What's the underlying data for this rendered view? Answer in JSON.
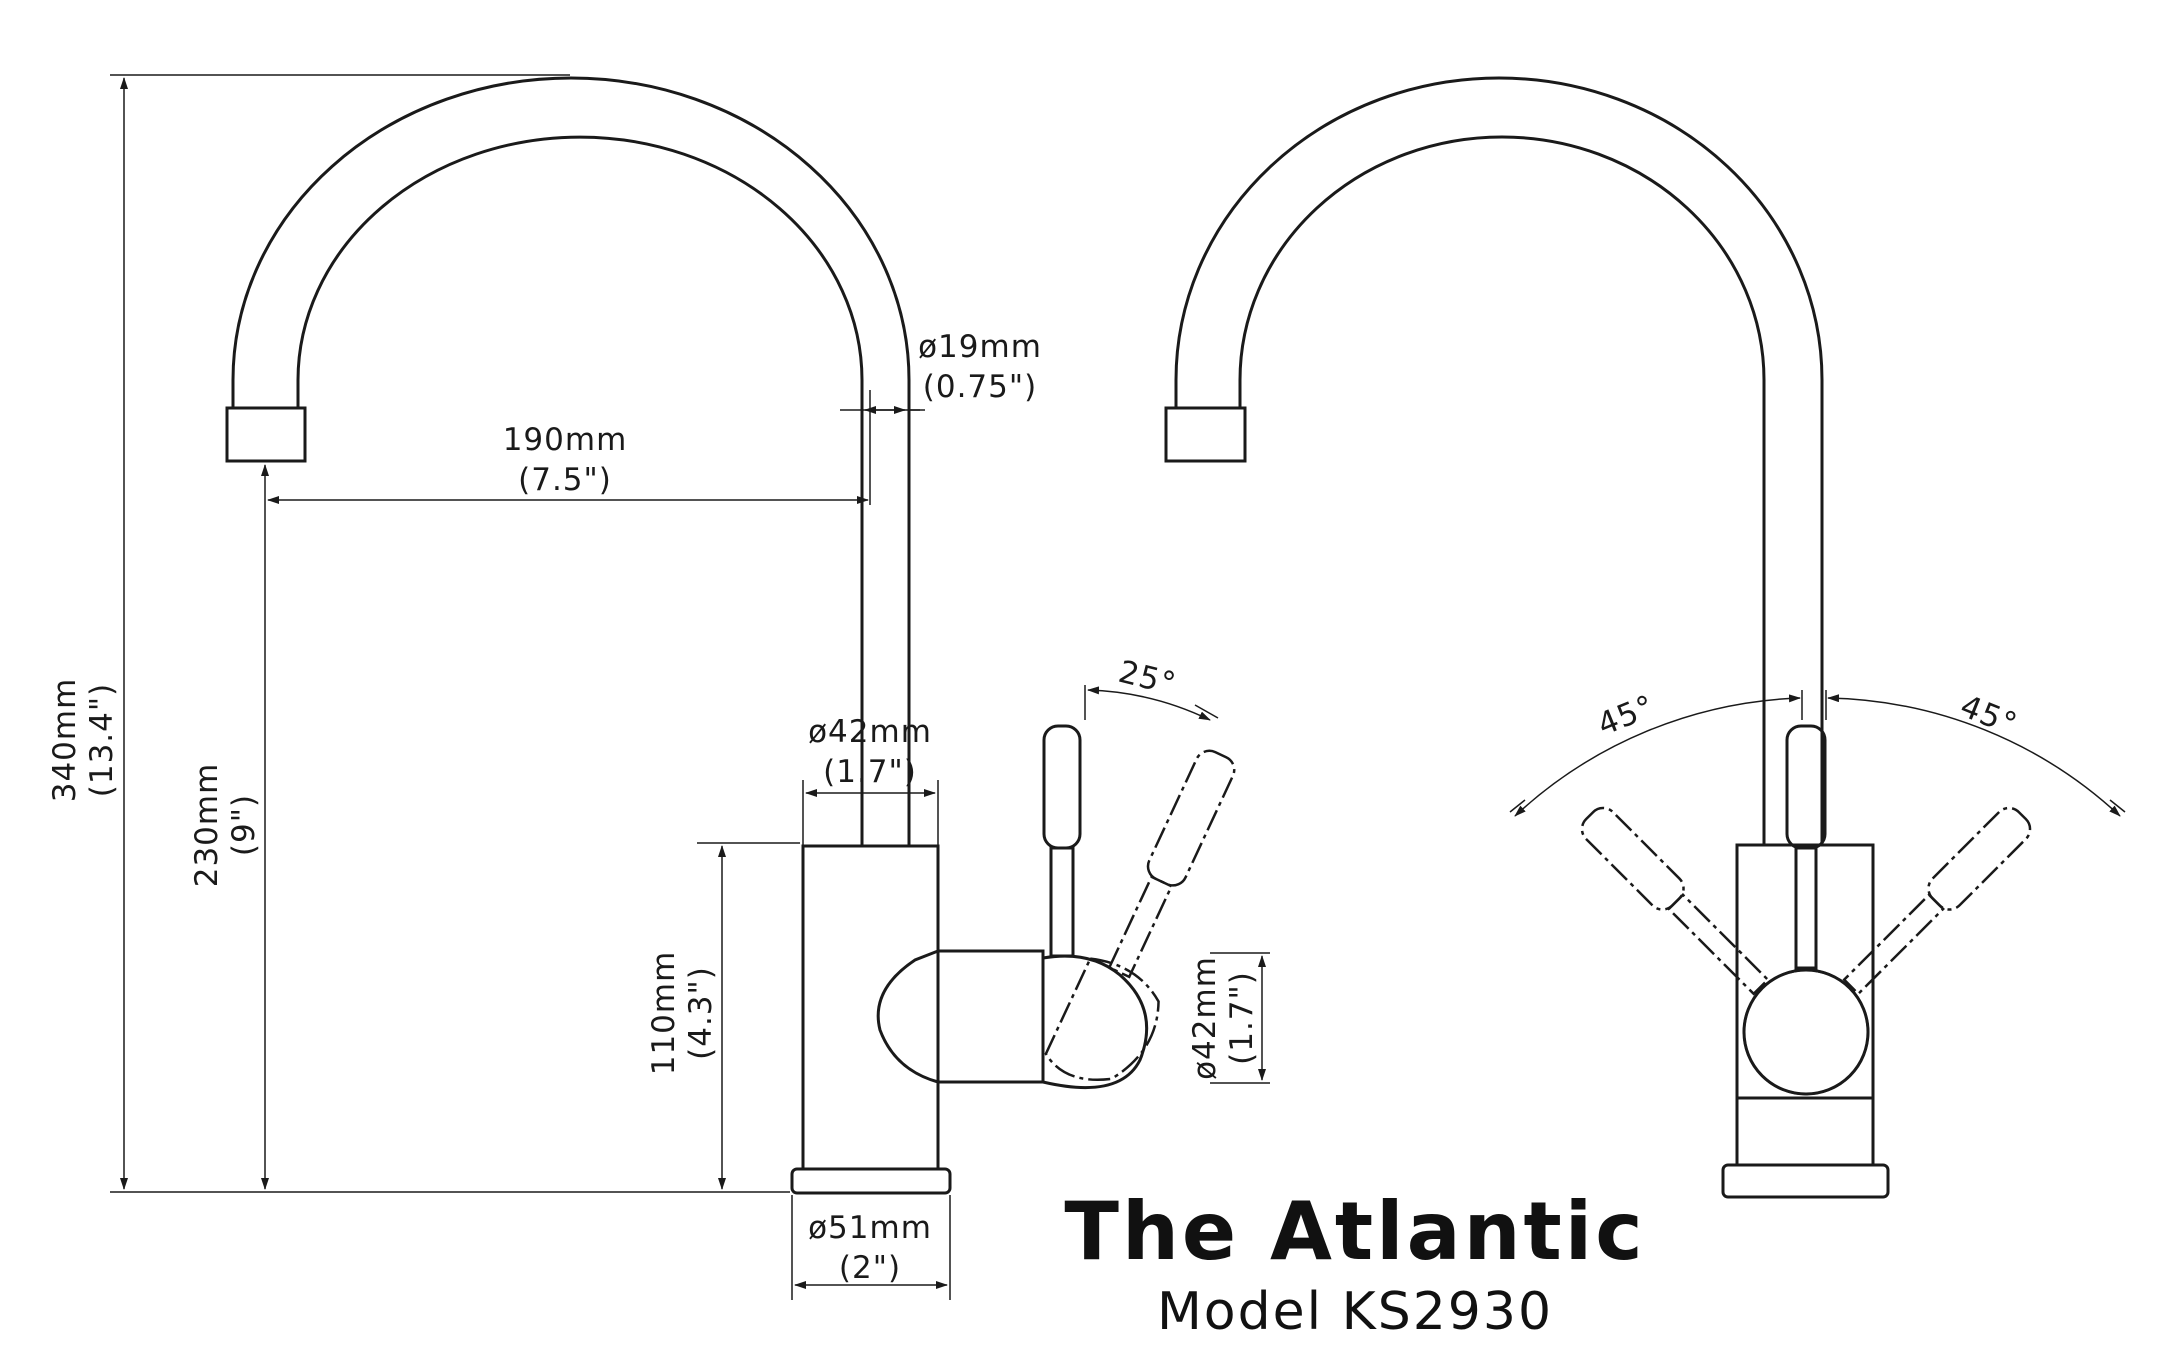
{
  "title": "The Atlantic",
  "model": "Model KS2930",
  "dimensions": {
    "overall_height": {
      "metric": "340mm",
      "imperial": "(13.4\")"
    },
    "spout_height": {
      "metric": "230mm",
      "imperial": "(9\")"
    },
    "body_height": {
      "metric": "110mm",
      "imperial": "(4.3\")"
    },
    "spout_reach": {
      "metric": "190mm",
      "imperial": "(7.5\")"
    },
    "spout_diameter": {
      "metric": "ø19mm",
      "imperial": "(0.75\")"
    },
    "body_diameter": {
      "metric": "ø42mm",
      "imperial": "(1.7\")"
    },
    "base_diameter": {
      "metric": "ø51mm",
      "imperial": "(2\")"
    },
    "handle_hub_diameter": {
      "metric": "ø42mm",
      "imperial": "(1.7\")"
    },
    "handle_tilt_angle": "25°",
    "handle_rotation_left": "45°",
    "handle_rotation_right": "45°"
  }
}
